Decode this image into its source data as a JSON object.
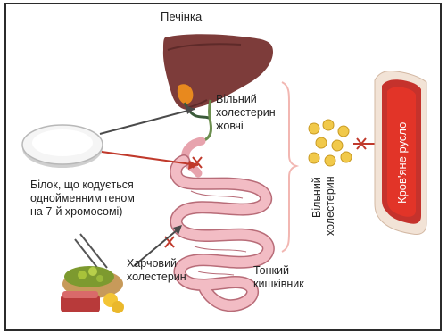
{
  "labels": {
    "liver": "Печінка",
    "free_bile_cholesterol": [
      "Вільний",
      "холестерин",
      "жовчі"
    ],
    "protein": [
      "Білок, що кодується",
      "однойменним геном",
      "на 7-й хромосомі)"
    ],
    "dietary_cholesterol": [
      "Харчовий",
      "холестерин"
    ],
    "small_intestine": [
      "Тонкий",
      "кишківник"
    ],
    "free_cholesterol": [
      "Вільний",
      "холестерин"
    ],
    "bloodstream": "Кров'яне русло"
  },
  "colors": {
    "frame": "#2b2b2b",
    "liver": "#7d3c3a",
    "liver_shadow": "#5e2a29",
    "gallbladder": "#e8891e",
    "intestine": "#e7a3ad",
    "intestine_outline": "#b86c78",
    "cholesterol_particle": "#f1c94a",
    "vessel_outer": "#f2e3d6",
    "vessel_wall": "#c5322c",
    "blood": "#e23428",
    "inhibit_arrow": "#c0392b",
    "bracket": "#f2b7b2",
    "arrow_dark": "#333333"
  },
  "icons": [
    "protein-disc-icon",
    "liver-icon",
    "gallbladder-icon",
    "intestine-icon",
    "food-plate-icon",
    "cholesterol-particles-icon",
    "blood-vessel-icon",
    "inhibition-x-icon"
  ]
}
